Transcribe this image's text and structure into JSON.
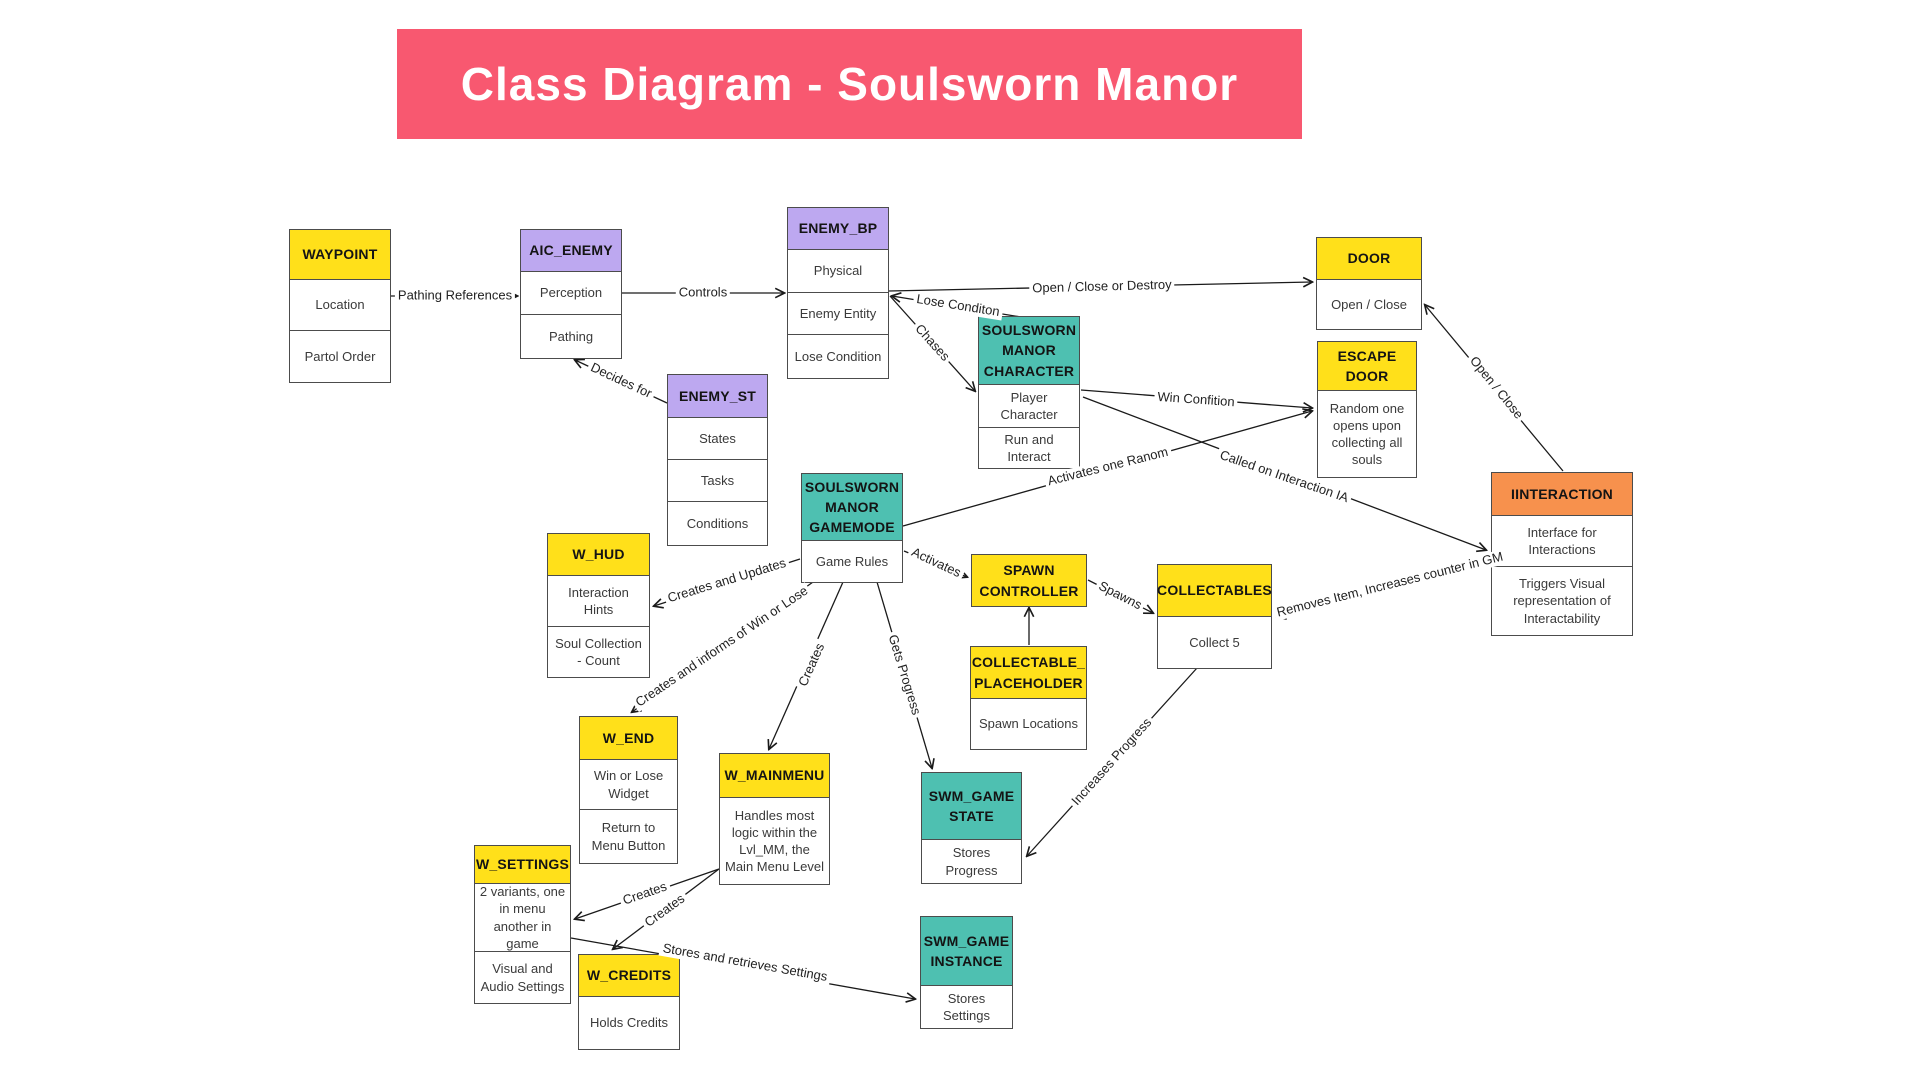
{
  "title": {
    "text": "Class Diagram - Soulsworn Manor"
  },
  "colors": {
    "banner": "#F85870",
    "yellow_header": "#FFE01A",
    "purple_header": "#BDA8F0",
    "teal_header": "#4EC0B1",
    "orange_header": "#F7914D"
  },
  "nodes": {
    "waypoint": {
      "title": "WAYPOINT",
      "rows": [
        "Location",
        "Partol Order"
      ]
    },
    "aic_enemy": {
      "title": "AIC_ENEMY",
      "rows": [
        "Perception",
        "Pathing"
      ]
    },
    "enemy_bp": {
      "title": "ENEMY_BP",
      "rows": [
        "Physical",
        "Enemy Entity",
        "Lose Condition"
      ]
    },
    "enemy_st": {
      "title": "ENEMY_ST",
      "rows": [
        "States",
        "Tasks",
        "Conditions"
      ]
    },
    "character": {
      "title": "SOULSWORN MANOR CHARACTER",
      "rows": [
        "Player Character",
        "Run and Interact"
      ]
    },
    "door": {
      "title": "DOOR",
      "rows": [
        "Open / Close"
      ]
    },
    "escape_door": {
      "title": "ESCAPE DOOR",
      "rows": [
        "Random one opens upon collecting all souls"
      ]
    },
    "iinteraction": {
      "title": "IINTERACTION",
      "rows": [
        "Interface for Interactions",
        "Triggers Visual representation of Interactability"
      ]
    },
    "gamemode": {
      "title": "SOULSWORN MANOR GAMEMODE",
      "rows": [
        "Game Rules"
      ]
    },
    "w_hud": {
      "title": "W_HUD",
      "rows": [
        "Interaction Hints",
        "Soul Collection - Count"
      ]
    },
    "spawn_controller": {
      "title": "SPAWN CONTROLLER",
      "rows": []
    },
    "collectables": {
      "title": "COLLECTABLES",
      "rows": [
        "Collect 5"
      ]
    },
    "collectable_placeholder": {
      "title": "COLLECTABLE_ PLACEHOLDER",
      "rows": [
        "Spawn Locations"
      ]
    },
    "w_end": {
      "title": "W_END",
      "rows": [
        "Win or Lose Widget",
        "Return to Menu Button"
      ]
    },
    "w_mainmenu": {
      "title": "W_MAINMENU",
      "rows": [
        "Handles most logic within the Lvl_MM, the Main Menu Level"
      ]
    },
    "w_settings": {
      "title": "W_SETTINGS",
      "rows": [
        "2 variants, one in menu another in game",
        "Visual and Audio Settings"
      ]
    },
    "w_credits": {
      "title": "W_CREDITS",
      "rows": [
        "Holds Credits"
      ]
    },
    "swm_game_state": {
      "title": "SWM_GAME STATE",
      "rows": [
        "Stores Progress"
      ]
    },
    "swm_game_instance": {
      "title": "SWM_GAME INSTANCE",
      "rows": [
        "Stores Settings"
      ]
    }
  },
  "edges": {
    "pathing_references": {
      "label": "Pathing References"
    },
    "controls": {
      "label": "Controls"
    },
    "decides_for": {
      "label": "Decides for"
    },
    "chases": {
      "label": "Chases"
    },
    "lose_conditon": {
      "label": "Lose Conditon"
    },
    "open_close_or_destroy": {
      "label": "Open / Close or Destroy"
    },
    "win_confition": {
      "label": "Win Confition"
    },
    "activates_one_ranom": {
      "label": "Activates one Ranom"
    },
    "called_on_interaction_ia": {
      "label": "Called on Interaction IA"
    },
    "open_close": {
      "label": "Open / Close"
    },
    "creates_and_updates": {
      "label": "Creates and Updates"
    },
    "creates_and_informs": {
      "label": "Creates and informs of Win or Lose"
    },
    "creates_mainmenu": {
      "label": "Creates"
    },
    "gets_progress": {
      "label": "Gets Progress"
    },
    "activates": {
      "label": "Activates"
    },
    "spawns": {
      "label": "Spawns"
    },
    "removes_item": {
      "label": "Removes Item, Increases counter in GM"
    },
    "increases_progress": {
      "label": "Increases Progress"
    },
    "creates_settings": {
      "label": "Creates"
    },
    "creates_credits": {
      "label": "Creates"
    },
    "stores_and_retrieves_settings": {
      "label": "Stores and retrieves Settings"
    }
  }
}
